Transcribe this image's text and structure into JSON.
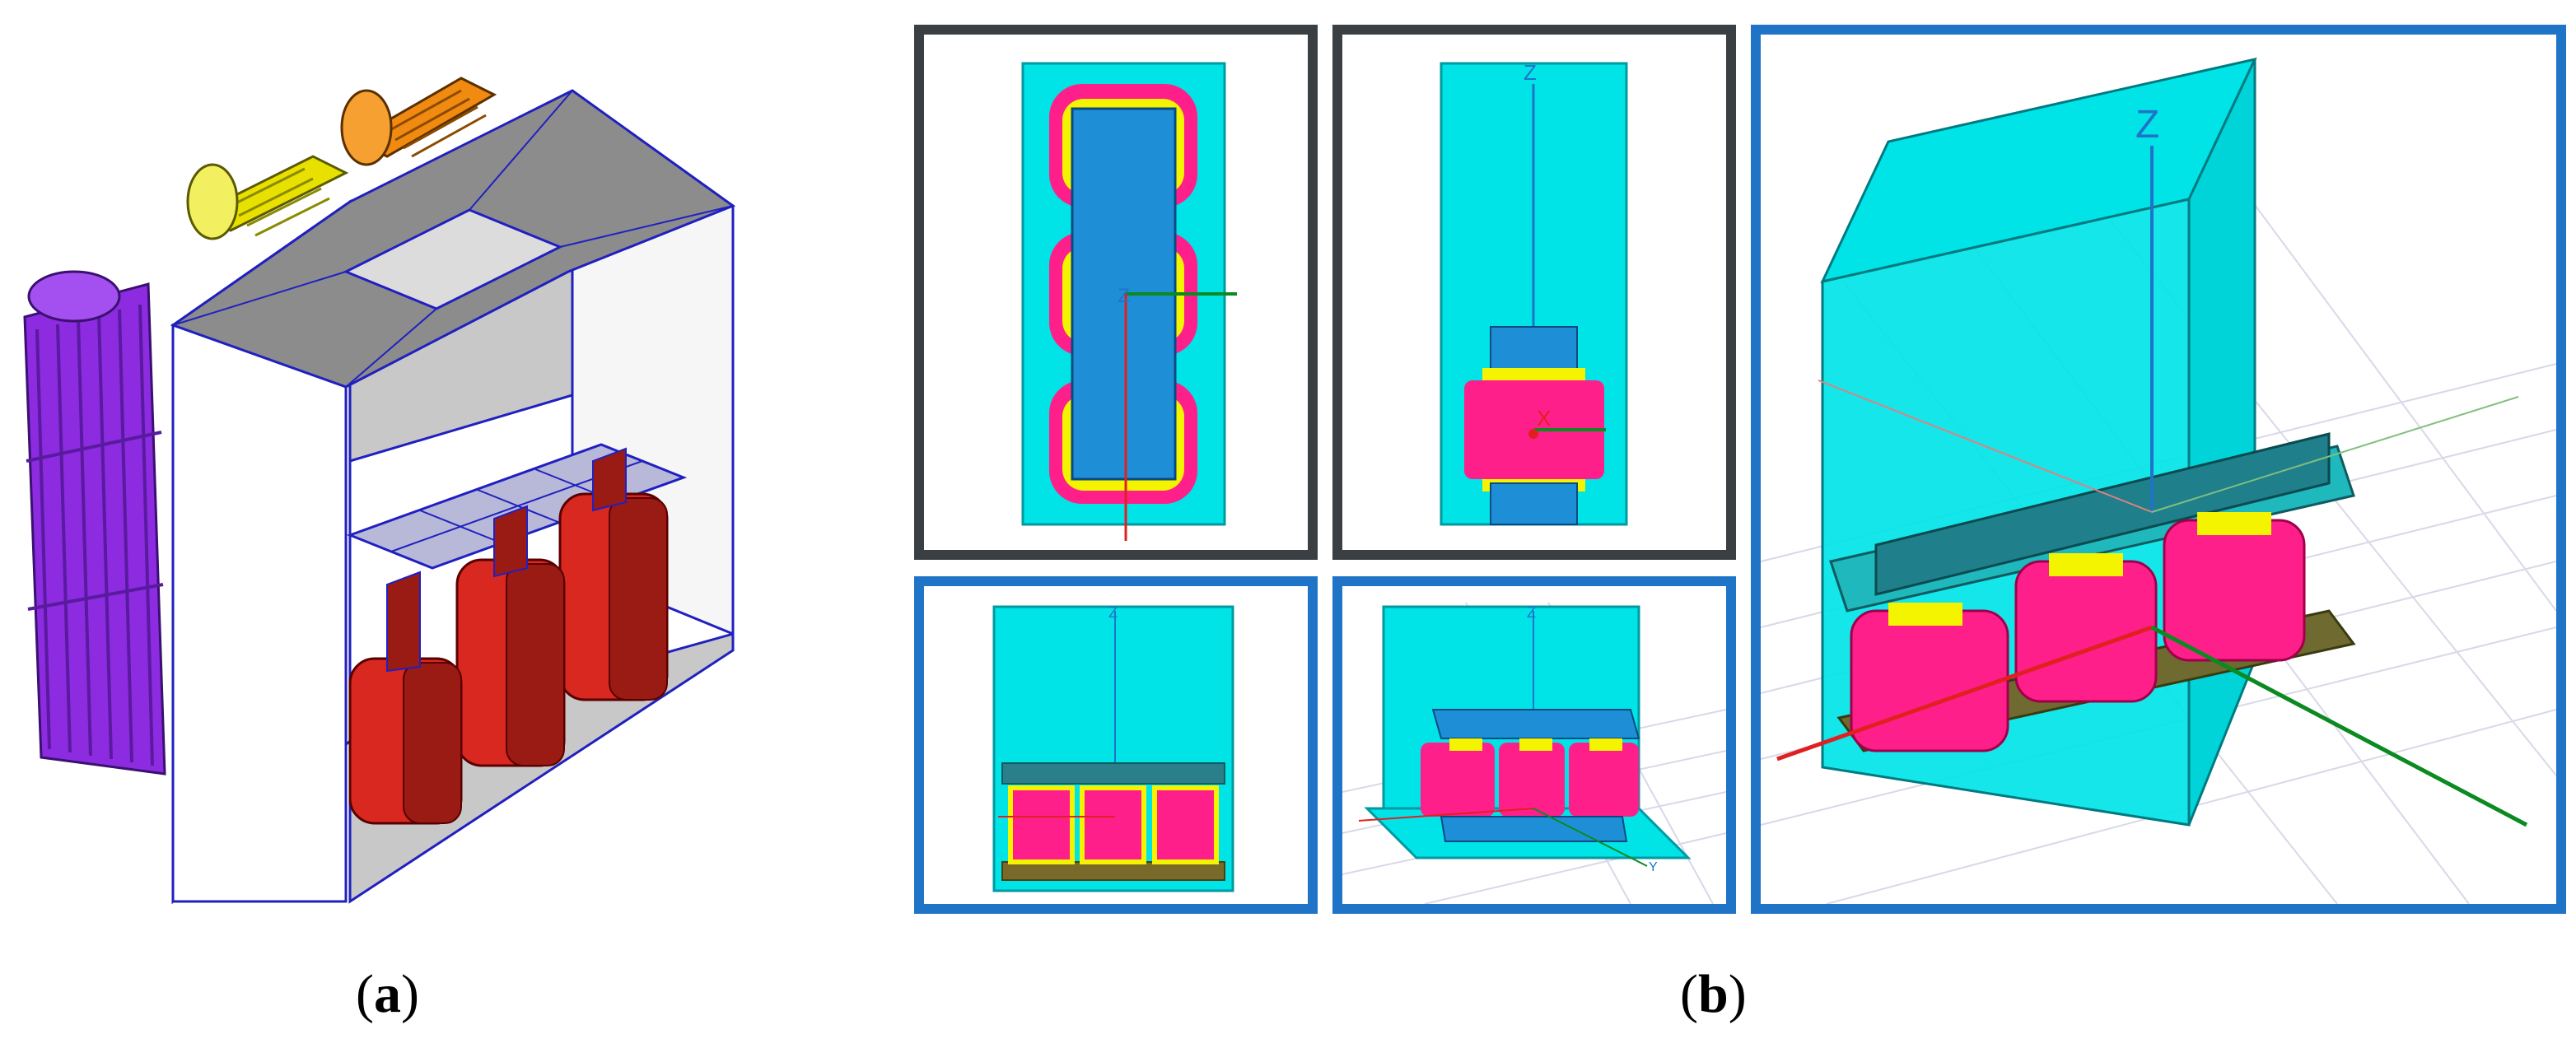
{
  "captions": {
    "a": "a",
    "b": "b"
  },
  "axis_labels": {
    "z": "Z",
    "small_z": "Z",
    "x": "X",
    "y": "Y"
  },
  "colors": {
    "panel_dark": "#3a3f44",
    "panel_blue": "#1f74c7",
    "tank_cyan": "#00e4e8",
    "core_blue": "#1e8fd6",
    "winding_pink": "#ff1f8a",
    "winding_yellow": "#f4f400",
    "coil_red": "#d8281f",
    "radiator_purple": "#8c2be0",
    "radiator_yellow": "#e8e000",
    "radiator_orange": "#f08a10",
    "roof_gray": "#8c8c8c"
  }
}
